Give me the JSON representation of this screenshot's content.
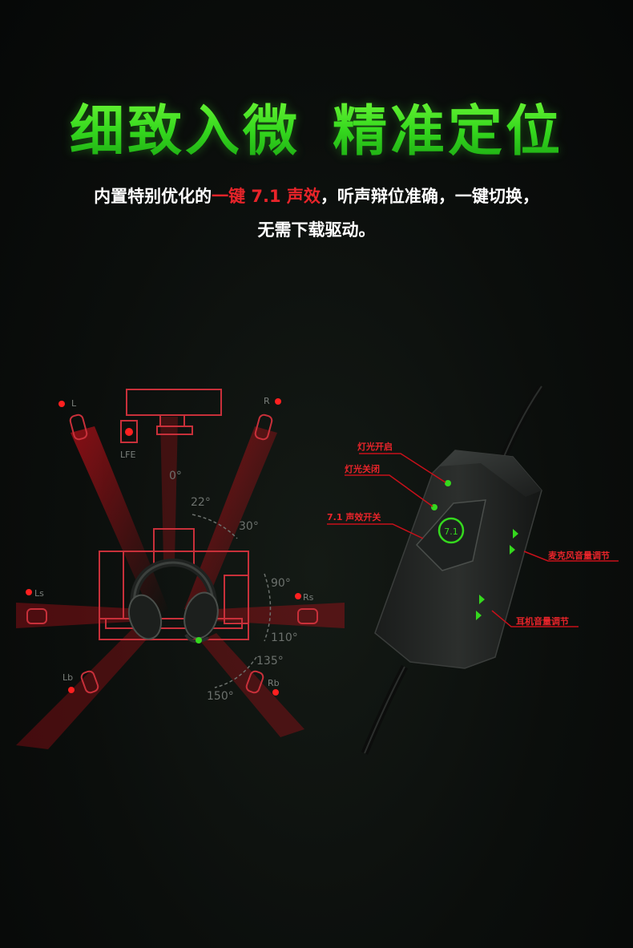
{
  "headline": {
    "part1": "细致入微",
    "part2": "精准定位"
  },
  "description": {
    "line1_a": "内置特别优化的",
    "line1_highlight": "一键 7.1 声效",
    "line1_b": "，听声辩位准确，一键切换，",
    "line2": "无需下载驱动。"
  },
  "speaker_diagram": {
    "speakers": {
      "L": "L",
      "R": "R",
      "LFE": "LFE",
      "Ls": "Ls",
      "Rs": "Rs",
      "Lb": "Lb",
      "Rb": "Rb"
    },
    "angles": {
      "a0": "0°",
      "a22": "22°",
      "a30": "30°",
      "a90": "90°",
      "a110": "110°",
      "a135": "135°",
      "a150": "150°"
    }
  },
  "controller": {
    "light_on": "灯光开启",
    "light_off": "灯光关闭",
    "surround_toggle": "7.1 声效开关",
    "mic_volume": "麦克风音量调节",
    "headphone_volume": "耳机音量调节",
    "button_label": "7.1"
  },
  "colors": {
    "accent_green": "#35d81e",
    "accent_red": "#e8242a",
    "line_red": "#c8101a"
  }
}
